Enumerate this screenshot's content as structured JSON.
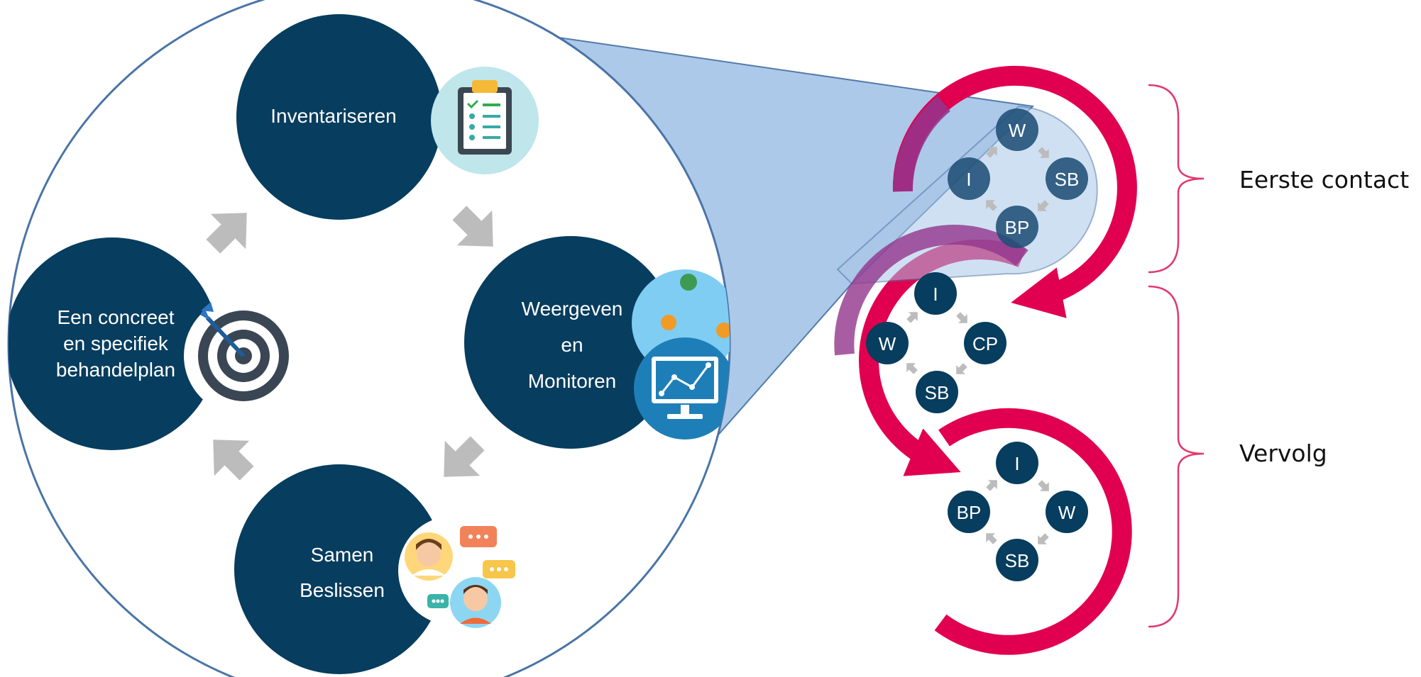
{
  "colors": {
    "navy": "#073d5e",
    "small_node": "#1f4f75",
    "zoom_fill": "#a9c7e8",
    "outline": "#4a74a6",
    "magenta": "#e0004f",
    "purple": "#92358c",
    "arrow_grey": "#bcbcbc",
    "bracket": "#e2386f"
  },
  "cycle": {
    "inventariseren": "Inventariseren",
    "weergeven": [
      "Weergeven",
      "en",
      "Monitoren"
    ],
    "samen": [
      "Samen",
      "Beslissen"
    ],
    "behandelplan": [
      "Een concreet",
      "en specifiek",
      "behandelplan"
    ]
  },
  "icons": {
    "clipboard": "clipboard-icon",
    "monitor": "monitor-chart-icon",
    "chat": "chat-people-icon",
    "target": "target-icon"
  },
  "loops": {
    "eerste": {
      "top": "W",
      "right": "SB",
      "bottom": "BP",
      "left": "I"
    },
    "middle": {
      "top": "I",
      "right": "CP",
      "bottom": "SB",
      "left": "W"
    },
    "vervolg": {
      "top": "I",
      "right": "W",
      "bottom": "SB",
      "left": "BP"
    }
  },
  "labels": {
    "eerste_contact": "Eerste contact",
    "vervolg": "Vervolg"
  }
}
